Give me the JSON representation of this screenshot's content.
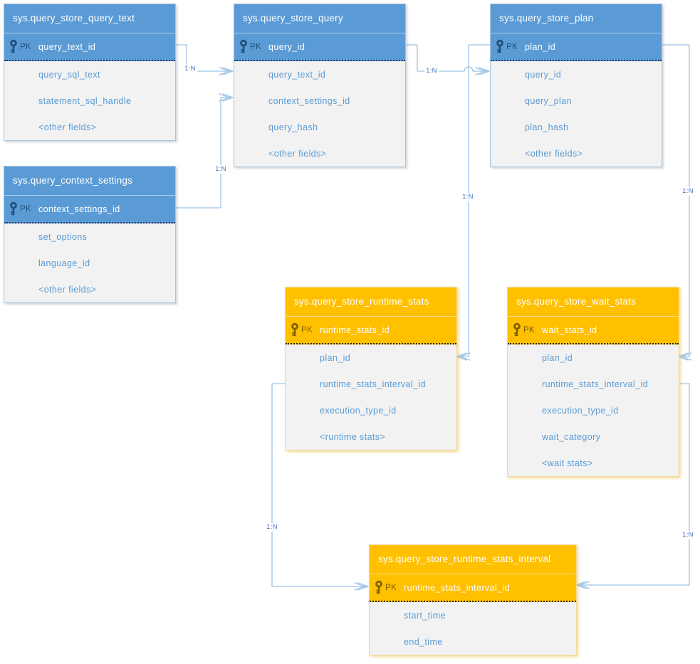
{
  "diagram": {
    "entities": [
      {
        "id": "query_store_query_text",
        "title": "sys.query_store_query_text",
        "theme": "blue",
        "pk_label": "PK",
        "pk_field": "query_text_id",
        "fields": [
          "query_sql_text",
          "statement_sql_handle",
          "<other fields>"
        ]
      },
      {
        "id": "query_store_query",
        "title": "sys.query_store_query",
        "theme": "blue",
        "pk_label": "PK",
        "pk_field": "query_id",
        "fields": [
          "query_text_id",
          "context_settings_id",
          "query_hash",
          "<other fields>"
        ]
      },
      {
        "id": "query_store_plan",
        "title": "sys.query_store_plan",
        "theme": "blue",
        "pk_label": "PK",
        "pk_field": "plan_id",
        "fields": [
          "query_id",
          "query_plan",
          "plan_hash",
          "<other fields>"
        ]
      },
      {
        "id": "query_context_settings",
        "title": "sys.query_context_settings",
        "theme": "blue",
        "pk_label": "PK",
        "pk_field": "context_settings_id",
        "fields": [
          "set_options",
          "language_id",
          "<other fields>"
        ]
      },
      {
        "id": "query_store_runtime_stats",
        "title": "sys.query_store_runtime_stats",
        "theme": "orange",
        "pk_label": "PK",
        "pk_field": "runtime_stats_id",
        "fields": [
          "plan_id",
          "runtime_stats_interval_id",
          "execution_type_id",
          "<runtime stats>"
        ]
      },
      {
        "id": "query_store_wait_stats",
        "title": "sys.query_store_wait_stats",
        "theme": "orange",
        "pk_label": "PK",
        "pk_field": "wait_stats_id",
        "fields": [
          "plan_id",
          "runtime_stats_interval_id",
          "execution_type_id",
          "wait_category",
          "<wait stats>"
        ]
      },
      {
        "id": "query_store_runtime_stats_interval",
        "title": "sys.query_store_runtime_stats_interval",
        "theme": "orange",
        "pk_label": "PK",
        "pk_field": "runtime_stats_interval_id",
        "fields": [
          "start_time",
          "end_time"
        ]
      }
    ],
    "relationships": [
      {
        "label": "1:N",
        "from": "query_store_query_text.query_text_id",
        "to": "query_store_query.query_text_id"
      },
      {
        "label": "1:N",
        "from": "query_context_settings.context_settings_id",
        "to": "query_store_query.context_settings_id"
      },
      {
        "label": "1:N",
        "from": "query_store_query.query_id",
        "to": "query_store_plan.query_id"
      },
      {
        "label": "1:N",
        "from": "query_store_plan.plan_id",
        "to": "query_store_runtime_stats.plan_id"
      },
      {
        "label": "1:N",
        "from": "query_store_plan.plan_id",
        "to": "query_store_wait_stats.plan_id"
      },
      {
        "label": "1:N",
        "from": "query_store_runtime_stats_interval.runtime_stats_interval_id",
        "to": "query_store_runtime_stats.runtime_stats_interval_id"
      },
      {
        "label": "1:N",
        "from": "query_store_runtime_stats_interval.runtime_stats_interval_id",
        "to": "query_store_wait_stats.runtime_stats_interval_id"
      }
    ],
    "colors": {
      "blue_header": "#5B9BD5",
      "orange_header": "#FFC000",
      "field_background": "#F2F2F2",
      "field_text": "#5B9BD5",
      "blue_pk_text": "#1F4E79",
      "orange_pk_text": "#7F6000",
      "connector_line": "#9DC3E6",
      "relationship_label_text": "#4472C4"
    }
  }
}
